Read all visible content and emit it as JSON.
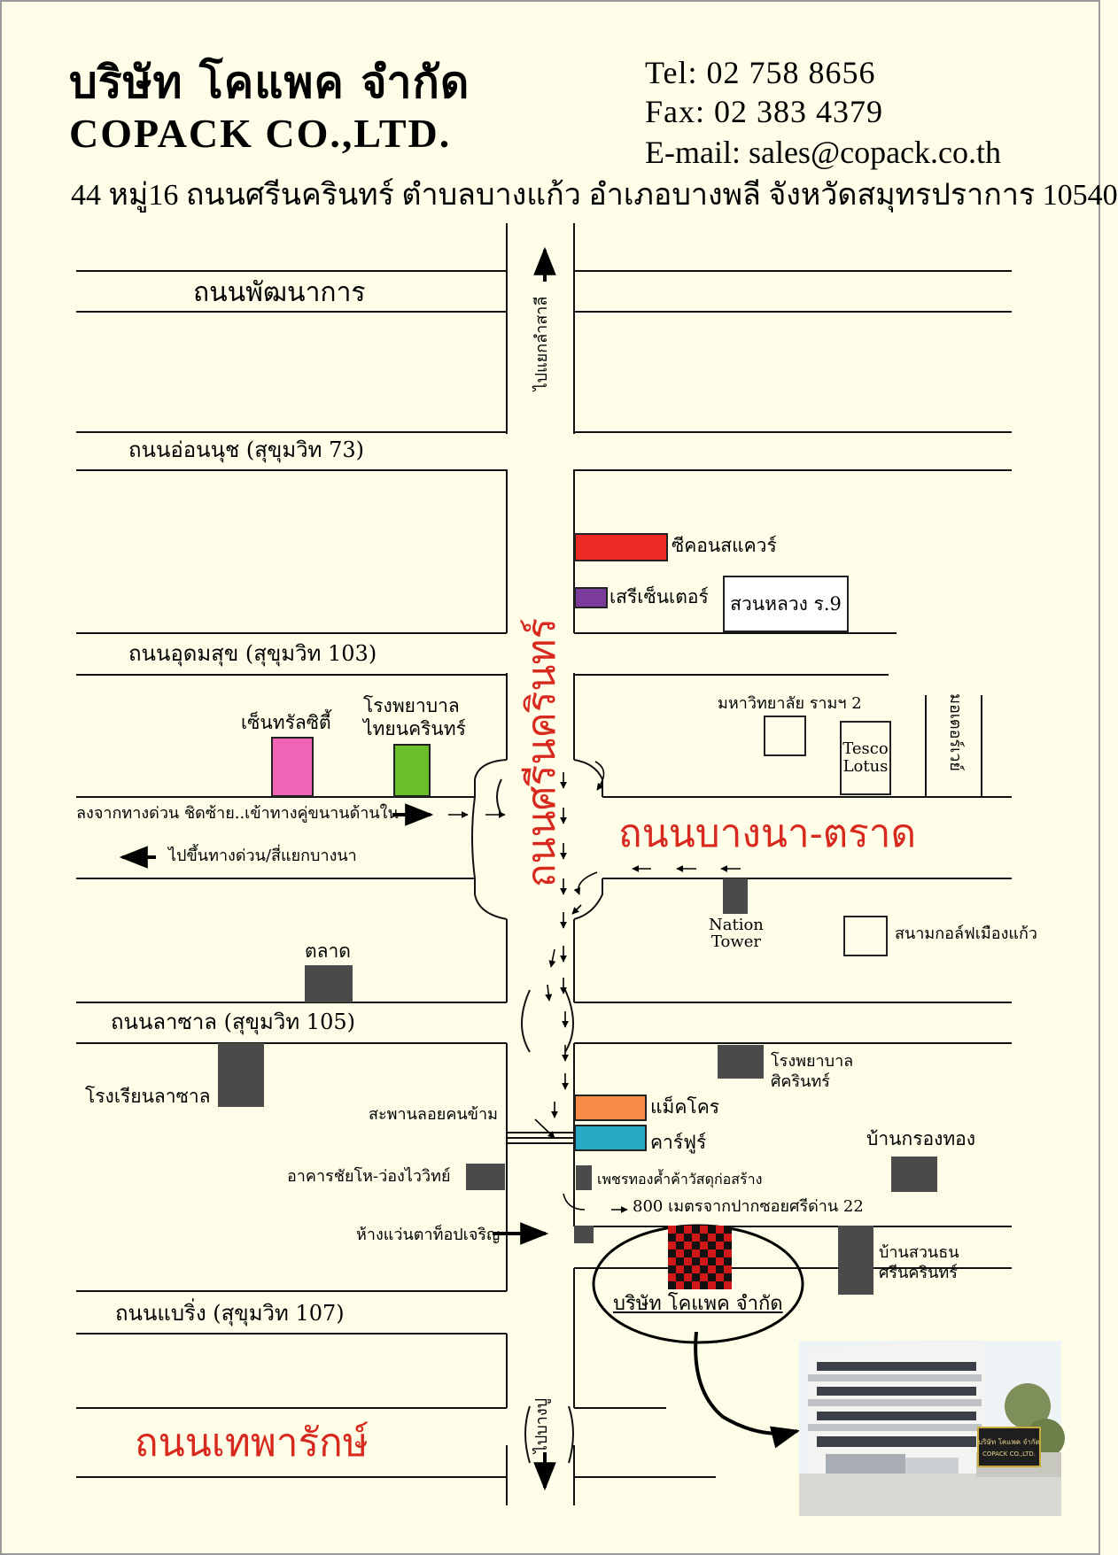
{
  "header": {
    "company_th": "บริษัท โคแพค จำกัด",
    "company_en": "COPACK CO.,LTD.",
    "tel": "Tel:  02  758  8656",
    "fax": "Fax:  02  383  4379",
    "email": "E-mail: sales@copack.co.th",
    "address": "44 หมู่16 ถนนศรีนครินทร์ ตำบลบางแก้ว อำเภอบางพลี จังหวัดสมุทรปราการ 10540"
  },
  "roads": {
    "pattanakarn": "ถนนพัฒนาการ",
    "onnut": "ถนนอ่อนนุช (สุขุมวิท 73)",
    "udomsuk": "ถนนอุดมสุข (สุขุมวิท 103)",
    "srinakarin": "ถนนศรีนครินทร์",
    "bangna_trad": "ถนนบางนา-ตราด",
    "lasalle": "ถนนลาซาล (สุขุมวิท 105)",
    "bearing": "ถนนแบริ่ง (สุขุมวิท 107)",
    "theparak": "ถนนเทพารักษ์"
  },
  "directions": {
    "to_lamsali": "ไปแยกลำสาลี",
    "to_bangpu": "ไปบางปู",
    "expressway_exit": "ลงจากทางด่วน ชิดซ้าย..เข้าทางคู่ขนานด้านใน",
    "to_expressway": "ไปขึ้นทางด่วน/สี่แยกบางนา",
    "distance_note": "800 เมตรจากปากซอยศรีด่าน 22"
  },
  "landmarks": {
    "seacon_square": "ซีคอนสแควร์",
    "seri_center": "เสรีเซ็นเตอร์",
    "suan_luang": "สวนหลวง ร.9",
    "central_city": "เซ็นทรัลซิตี้",
    "thainakarin_hospital": "โรงพยาบาล\nไทยนครินทร์",
    "ramkhamhaeng_univ": "มหาวิทยาลัย รามฯ 2",
    "tesco_lotus": "Tesco\nLotus",
    "motorway": "มอเตอร์เวย์",
    "nation_tower": "Nation\nTower",
    "golf_course": "สนามกอล์ฟเมืองแก้ว",
    "market": "ตลาด",
    "lasalle_school": "โรงเรียนลาซาล",
    "sikarin_hospital": "โรงพยาบาล\nศิครินทร์",
    "makro": "แม็คโคร",
    "carrefour": "คาร์ฟูร์",
    "footbridge": "สะพานลอยคนข้าม",
    "chaiho_building": "อาคารชัยโห-ว่องไววิทย์",
    "hardware_store": "เพชรทองค้ำค้าวัสดุก่อสร้าง",
    "optical_shop": "ห้างแว่นตาท็อปเจริญ",
    "krungthong_village": "บ้านกรองทอง",
    "suanthon_village": "บ้านสวนธน\nศรีนครินทร์",
    "copack_office": "บริษัท โคแพค จำกัด"
  },
  "photo": {
    "sign_line1": "บริษัท โคแพค จำกัด",
    "sign_line2": "COPACK CO.,LTD."
  },
  "colors": {
    "seacon_square": "#ee2a24",
    "seri_center": "#7b3b9a",
    "central_city": "#ef64b4",
    "thainakarin_hospital": "#6abf2a",
    "makro": "#f68c46",
    "carrefour": "#26a9c2",
    "building": "#4a4a4a",
    "road_label_red": "#d8291f"
  }
}
